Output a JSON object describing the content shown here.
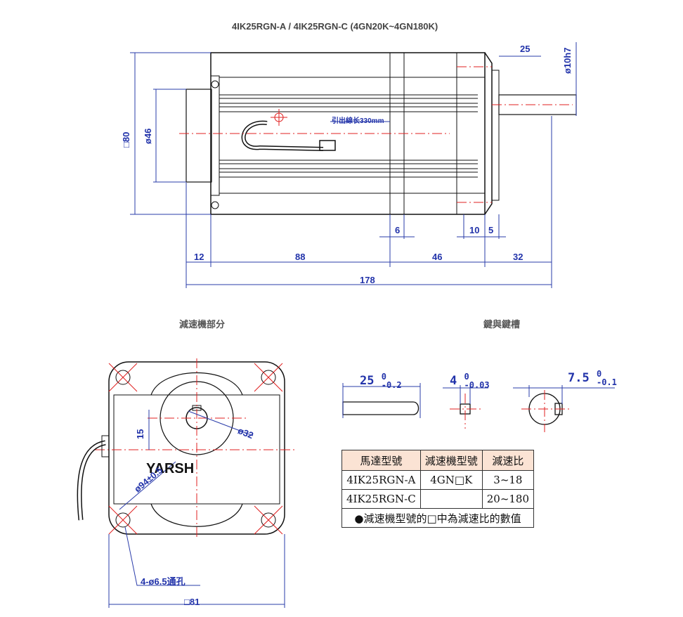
{
  "title": "4IK25RGN-A  /  4IK25RGN-C  (4GN20K~4GN180K)",
  "side_view": {
    "dims": {
      "shaft_len": "25",
      "shaft_dia": "ø10h7",
      "square": "□80",
      "flange_dia": "ø46",
      "lead_note": "引出線长330mm",
      "d6": "6",
      "d10": "10",
      "d5": "5",
      "d12": "12",
      "d88": "88",
      "d46": "46",
      "d32": "32",
      "d178": "178"
    }
  },
  "gear_view": {
    "caption": "減速機部分",
    "dims": {
      "d15": "15",
      "d32": "ø32",
      "pcd": "ø94±0.5",
      "brand": "YARSH",
      "holes": "4-ø6.5通孔",
      "square": "□81"
    }
  },
  "key_view": {
    "caption": "鍵與鍵槽",
    "dims": {
      "key_len": "25",
      "key_len_tol_up": "0",
      "key_len_tol_dn": "-0.2",
      "key_w": "4",
      "key_w_tol_up": "0",
      "key_w_tol_dn": "-0.03",
      "key_h": "7.5",
      "key_h_tol_up": "0",
      "key_h_tol_dn": "-0.1"
    }
  },
  "spec_table": {
    "headers": [
      "馬達型號",
      "減速機型號",
      "減速比"
    ],
    "rows": [
      [
        "4IK25RGN-A",
        "4GN□K",
        "3~18"
      ],
      [
        "4IK25RGN-C",
        "",
        "20~180"
      ]
    ],
    "note": "●減速機型號的□中為減速比的數值"
  }
}
